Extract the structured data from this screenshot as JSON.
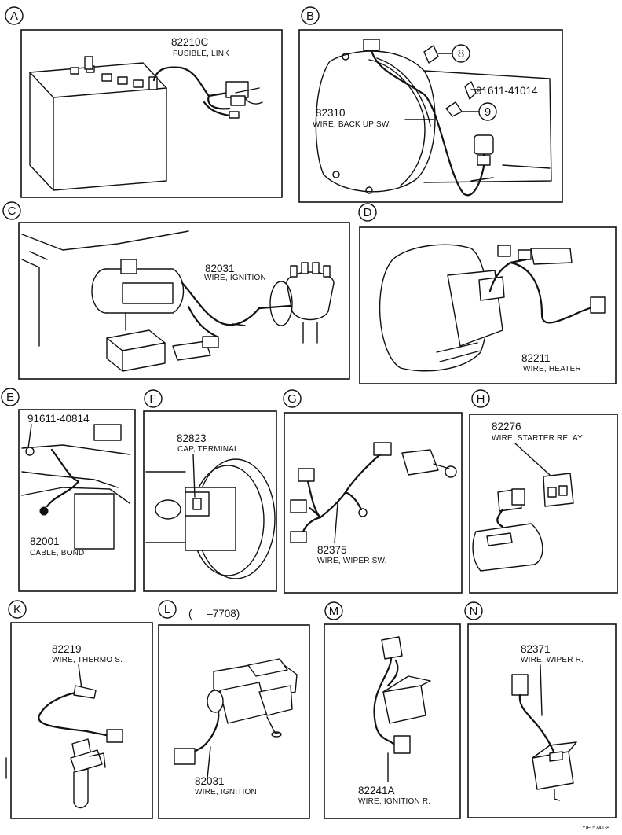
{
  "panels": {
    "A": {
      "letter": "A",
      "part": "82210C",
      "desc": "FUSIBLE, LINK"
    },
    "B": {
      "letter": "B",
      "part": "82310",
      "desc": "WIRE, BACK UP SW.",
      "part2": "91611-41014",
      "callout1": "8",
      "callout2": "9"
    },
    "C": {
      "letter": "C",
      "part": "82031",
      "desc": "WIRE, IGNITION"
    },
    "D": {
      "letter": "D",
      "part": "82211",
      "desc": "WIRE, HEATER"
    },
    "E": {
      "letter": "E",
      "part": "82001",
      "desc": "CABLE, BOND",
      "part2": "91611-40814"
    },
    "F": {
      "letter": "F",
      "part": "82823",
      "desc": "CAP, TERMINAL"
    },
    "G": {
      "letter": "G",
      "part": "82375",
      "desc": "WIRE, WIPER SW."
    },
    "H": {
      "letter": "H",
      "part": "82276",
      "desc": "WIRE, STARTER RELAY"
    },
    "K": {
      "letter": "K",
      "part": "82219",
      "desc": "WIRE, THERMO S."
    },
    "L": {
      "letter": "L",
      "part": "82031",
      "desc": "WIRE, IGNITION",
      "note": "(     –7708)"
    },
    "M": {
      "letter": "M",
      "part": "82241A",
      "desc": "WIRE, IGNITION R."
    },
    "N": {
      "letter": "N",
      "part": "82371",
      "desc": "WIRE, WIPER R."
    }
  },
  "footer": "Y/E 5741-8"
}
